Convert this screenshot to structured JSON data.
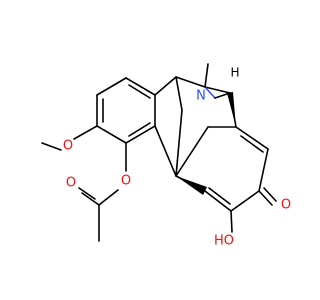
{
  "molecule": {
    "colors": {
      "bond": "#000000",
      "oxygen": "#ff0d0d",
      "nitrogen": "#3050f8",
      "background": "#ffffff"
    },
    "labels": {
      "ketone_o": "O",
      "hydroxyl": "HO",
      "ester_o": "O",
      "carbonyl_o": "O",
      "methoxy_o": "O",
      "nitrogen": "N",
      "stereo_h": "H"
    }
  }
}
